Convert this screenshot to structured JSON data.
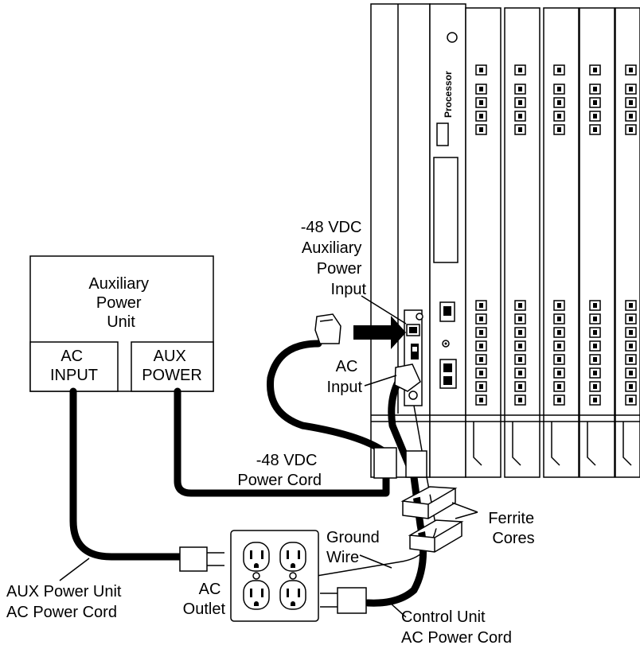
{
  "aux_unit": {
    "title": [
      "Auxiliary",
      "Power",
      "Unit"
    ],
    "ac_input": [
      "AC",
      "INPUT"
    ],
    "aux_power": [
      "AUX",
      "POWER"
    ]
  },
  "labels": {
    "dc_input": [
      "-48 VDC",
      "Auxiliary",
      "Power",
      "Input"
    ],
    "ac_input": [
      "AC",
      "Input"
    ],
    "dc_cord": [
      "-48 VDC",
      "Power Cord"
    ],
    "ferrite": [
      "Ferrite",
      "Cores"
    ],
    "ground": [
      "Ground",
      "Wire"
    ],
    "ac_outlet": [
      "AC",
      "Outlet"
    ],
    "aux_cord": [
      "AUX Power Unit",
      "AC Power Cord"
    ],
    "control_cord": [
      "Control Unit",
      "AC Power Cord"
    ]
  },
  "processor_label": "Processor"
}
